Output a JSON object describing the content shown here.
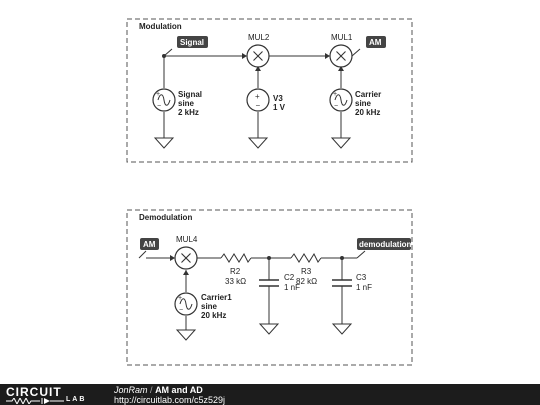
{
  "sections": {
    "modulation": "Modulation",
    "demodulation": "Demodulation"
  },
  "flags": {
    "signal": "Signal",
    "am_out": "AM",
    "am_in": "AM",
    "demodulation": "demodulation"
  },
  "components": {
    "mul2": "MUL2",
    "mul1": "MUL1",
    "mul4": "MUL4",
    "src_signal": {
      "name": "Signal",
      "type": "sine",
      "value": "2 kHz"
    },
    "src_v3": {
      "name": "V3",
      "value": "1 V"
    },
    "src_carrier": {
      "name": "Carrier",
      "type": "sine",
      "value": "20 kHz"
    },
    "src_carrier1": {
      "name": "Carrier1",
      "type": "sine",
      "value": "20 kHz"
    },
    "r2": {
      "name": "R2",
      "value": "33 kΩ"
    },
    "c2": {
      "name": "C2",
      "value": "1 nF"
    },
    "r3": {
      "name": "R3",
      "value": "82 kΩ"
    },
    "c3": {
      "name": "C3",
      "value": "1 nF"
    }
  },
  "footer": {
    "logo_top": "CIRCUIT",
    "logo_bottom": "LAB",
    "author": "JonRam",
    "separator": "/",
    "title": "AM and AD",
    "url": "http://circuitlab.com/c5z529j"
  },
  "colors": {
    "wire": "#333333",
    "flag_fill": "#444444",
    "footer_bg": "#1c1c1c"
  }
}
